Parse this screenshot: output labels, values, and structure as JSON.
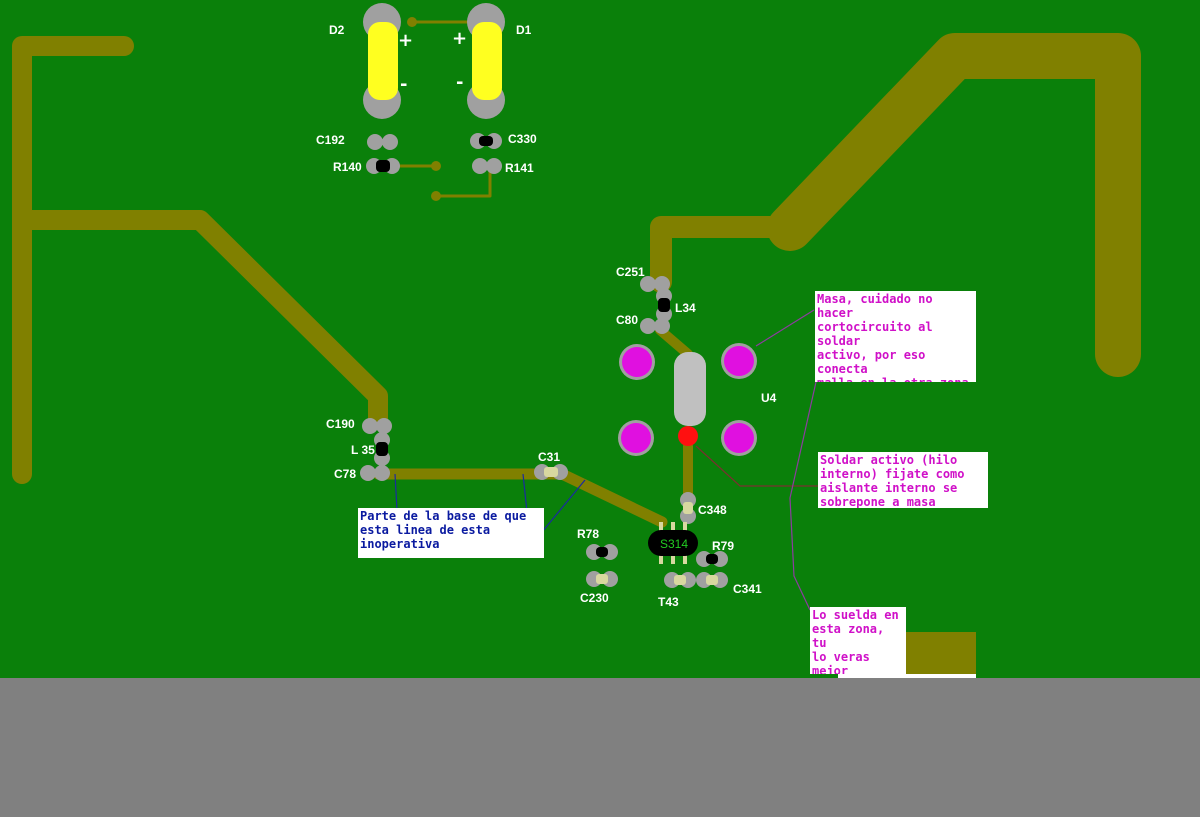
{
  "components": {
    "D2": "D2",
    "D1": "D1",
    "C192": "C192",
    "C330": "C330",
    "R140": "R140",
    "R141": "R141",
    "C251": "C251",
    "L34": "L34",
    "C80": "C80",
    "U4": "U4",
    "C190": "C190",
    "L35": "L 35",
    "C78": "C78",
    "C31": "C31",
    "C348": "C348",
    "R78": "R78",
    "R79": "R79",
    "S314": "S314",
    "C230": "C230",
    "T43": "T43",
    "C341": "C341"
  },
  "polarity": {
    "plus": "+",
    "minus": "-"
  },
  "notes": {
    "base": "Parte de la base de que\nesta linea de esta\ninoperativa",
    "masa": "Masa, cuidado no hacer\ncortocircuito al soldar\nactivo, por eso conecta\nmalla en la otra zona\nposible, no veo si hay\nque rascar",
    "activo": "Soldar activo (hilo\ninterno) fijate como\naislante interno se\nsobrepone a masa",
    "suelda": "Lo suelda en\nesta zona, tu\nlo veras\nmejor"
  },
  "colors": {
    "board": "#0a800a",
    "trace": "#808000",
    "pad": "#a0a0a0",
    "diode_body": "#ffff20",
    "ground_pad": "#e010e0",
    "hot_point": "#ff1010",
    "note_blue": "#0a1aa0",
    "note_pink": "#d010c8",
    "background": "#808080"
  }
}
